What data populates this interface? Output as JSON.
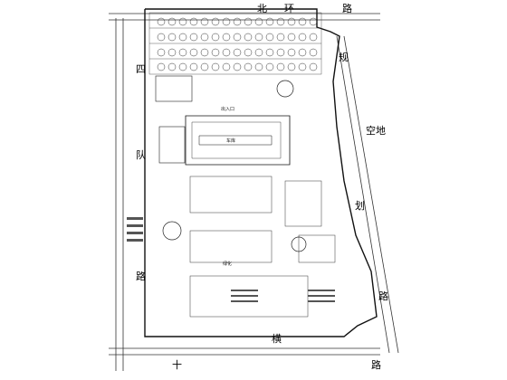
{
  "roads": {
    "north_1": "北",
    "north_2": "环",
    "north_3": "路",
    "east_1": "规",
    "east_2": "划",
    "east_3": "路",
    "west_1": "四",
    "west_2": "队",
    "west_3": "路",
    "south_1": "十",
    "south_2": "横",
    "south_3": "路"
  },
  "east_open_land": "空地",
  "labels": {
    "center_building": "车库",
    "north_entry": "出入口",
    "green_area": "绿化"
  },
  "colors": {
    "line": "#222222",
    "road": "#444444",
    "tree": "#333333",
    "highlight": "#000000"
  }
}
